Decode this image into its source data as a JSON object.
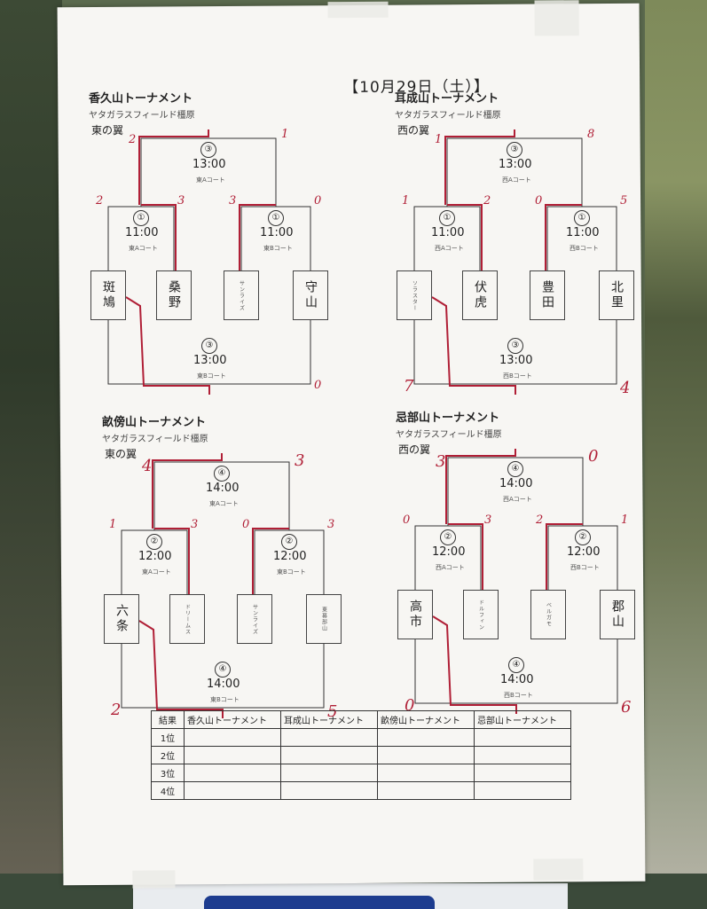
{
  "date": "【10月29日（土）】",
  "tournaments": [
    {
      "title": "香久山トーナメント",
      "venue": "ヤタガラスフィールド橿原",
      "field": "東の翼",
      "top_match": {
        "num": "③",
        "time": "13:00",
        "court": "東Aコート"
      },
      "semi_left": {
        "num": "①",
        "time": "11:00",
        "court": "東Aコート"
      },
      "semi_right": {
        "num": "①",
        "time": "11:00",
        "court": "東Bコート"
      },
      "bottom_match": {
        "num": "③",
        "time": "13:00",
        "court": "東Bコート"
      },
      "teams": [
        "斑鳩",
        "桑野",
        "サンライズ",
        "守山"
      ],
      "scores": {
        "final_l": "2",
        "final_r": "1",
        "s1_l": "2",
        "s1_r": "3",
        "s2_l": "3",
        "s2_r": "0",
        "third_r": "0"
      }
    },
    {
      "title": "耳成山トーナメント",
      "venue": "ヤタガラスフィールド橿原",
      "field": "西の翼",
      "top_match": {
        "num": "③",
        "time": "13:00",
        "court": "西Aコート"
      },
      "semi_left": {
        "num": "①",
        "time": "11:00",
        "court": "西Aコート"
      },
      "semi_right": {
        "num": "①",
        "time": "11:00",
        "court": "西Bコート"
      },
      "bottom_match": {
        "num": "③",
        "time": "13:00",
        "court": "西Bコート"
      },
      "teams": [
        "ソラスター",
        "伏虎",
        "豊田",
        "北里"
      ],
      "scores": {
        "final_l": "1",
        "final_r": "8",
        "s1_l": "1",
        "s1_r": "2",
        "s2_l": "0",
        "s2_r": "5",
        "third_l": "7",
        "third_r": "4"
      }
    },
    {
      "title": "畝傍山トーナメント",
      "venue": "ヤタガラスフィールド橿原",
      "field": "東の翼",
      "top_match": {
        "num": "④",
        "time": "14:00",
        "court": "東Aコート"
      },
      "semi_left": {
        "num": "②",
        "time": "12:00",
        "court": "東Aコート"
      },
      "semi_right": {
        "num": "②",
        "time": "12:00",
        "court": "東Bコート"
      },
      "bottom_match": {
        "num": "④",
        "time": "14:00",
        "court": "東Bコート"
      },
      "teams": [
        "六条",
        "ドリームス",
        "サンライズ",
        "東幕部山"
      ],
      "scores": {
        "final_l": "4",
        "final_r": "3",
        "s1_l": "1",
        "s1_r": "3",
        "s2_l": "0",
        "s2_r": "3",
        "third_l": "2",
        "third_r": "5"
      }
    },
    {
      "title": "忌部山トーナメント",
      "venue": "ヤタガラスフィールド橿原",
      "field": "西の翼",
      "top_match": {
        "num": "④",
        "time": "14:00",
        "court": "西Aコート"
      },
      "semi_left": {
        "num": "②",
        "time": "12:00",
        "court": "西Aコート"
      },
      "semi_right": {
        "num": "②",
        "time": "12:00",
        "court": "西Bコート"
      },
      "bottom_match": {
        "num": "④",
        "time": "14:00",
        "court": "西Bコート"
      },
      "teams": [
        "高市",
        "ドルフィン",
        "ベルガモ",
        "郡山"
      ],
      "scores": {
        "final_l": "3",
        "final_r": "0",
        "s1_l": "0",
        "s1_r": "3",
        "s2_l": "2",
        "s2_r": "1",
        "third_l": "0",
        "third_r": "6"
      }
    }
  ],
  "results_table": {
    "header": [
      "結果",
      "香久山トーナメント",
      "耳成山トーナメント",
      "畝傍山トーナメント",
      "忌部山トーナメント"
    ],
    "ranks": [
      "1位",
      "2位",
      "3位",
      "4位"
    ]
  },
  "colors": {
    "marker": "#b01f36",
    "ink": "#222222",
    "paper": "#f7f6f3"
  }
}
